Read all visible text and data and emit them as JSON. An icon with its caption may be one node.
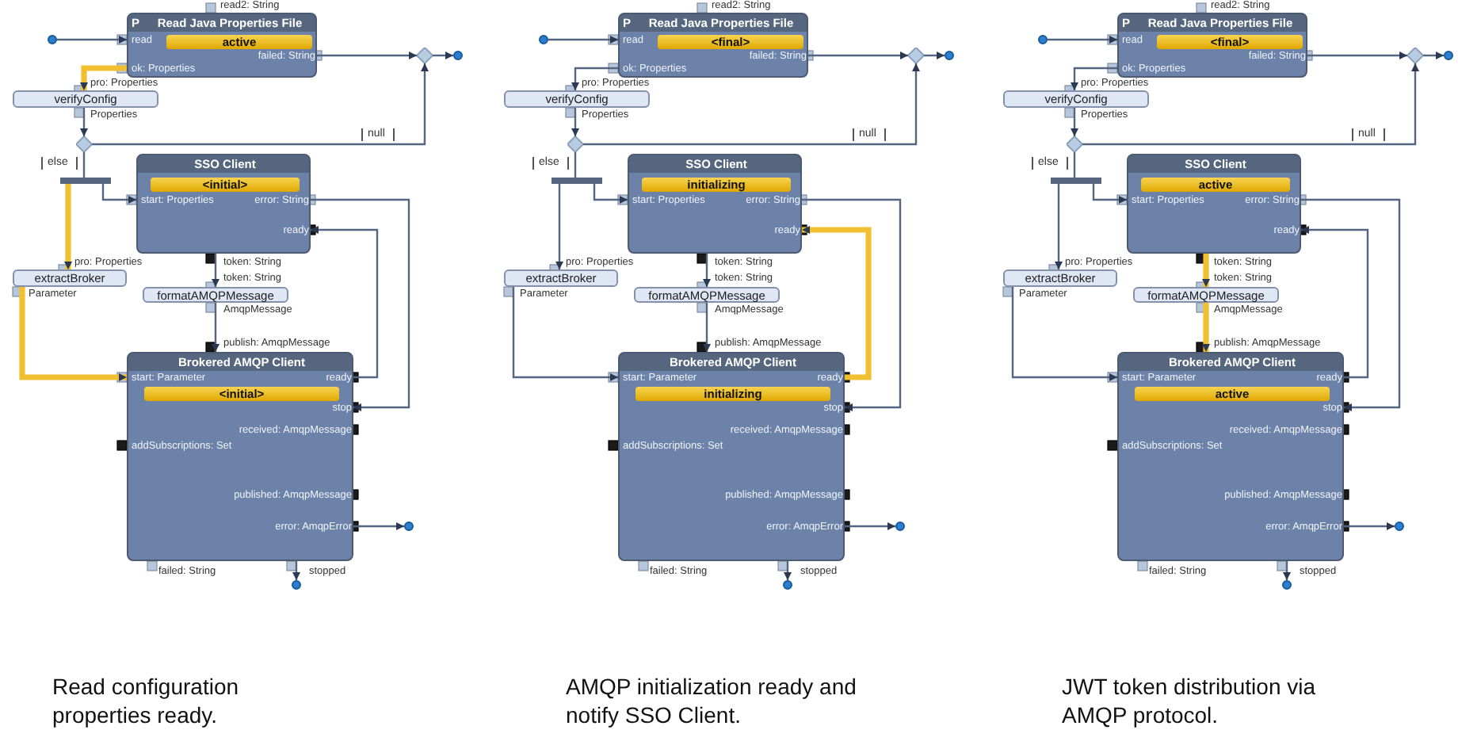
{
  "diagram": {
    "nodes": [
      {
        "text": [],
        "shape": "circle"
      },
      {
        "text": [
          "P",
          "Read Java Properties File",
          "active",
          "read",
          "failed: String",
          "ok: Properties"
        ],
        "beside": [
          "read2: String"
        ]
      },
      {
        "text": [],
        "shape": "diamond"
      },
      {
        "text": [],
        "shape": "circle"
      },
      {
        "text": [
          "verifyConfig"
        ],
        "beside": [
          "pro: Properties",
          "Properties"
        ]
      },
      {
        "text": [],
        "shape": "diamond"
      },
      {
        "text": [],
        "shape": "bar"
      },
      {
        "text": [
          "SSO Client",
          "<initial>",
          "start: Properties",
          "error: String",
          "ready"
        ],
        "beside": [
          "token: String"
        ]
      },
      {
        "text": [
          "extractBroker"
        ],
        "beside": [
          "pro: Properties",
          "Parameter"
        ]
      },
      {
        "text": [
          "formatAMQPMessage"
        ],
        "beside": [
          "token: String",
          "AmqpMessage"
        ]
      },
      {
        "text": [
          "Brokered AMQP Client",
          "<initial>",
          "start: Parameter",
          "ready",
          "stop",
          "received: AmqpMessage",
          "addSubscriptions: Set",
          "published: AmqpMessage",
          "error: AmqpError"
        ],
        "beside": [
          "publish: AmqpMessage",
          "failed: String",
          "stopped"
        ]
      },
      {
        "text": [],
        "shape": "circle"
      },
      {
        "text": [],
        "shape": "circle"
      },
      {
        "text": [],
        "shape": "circle"
      },
      {
        "text": [
          "P",
          "Read Java Properties File",
          "<final>",
          "read",
          "failed: String",
          "ok: Properties"
        ],
        "beside": [
          "read2: String"
        ]
      },
      {
        "text": [],
        "shape": "diamond"
      },
      {
        "text": [],
        "shape": "circle"
      },
      {
        "text": [
          "verifyConfig"
        ],
        "beside": [
          "pro: Properties",
          "Properties"
        ]
      },
      {
        "text": [],
        "shape": "diamond"
      },
      {
        "text": [],
        "shape": "bar"
      },
      {
        "text": [
          "SSO Client",
          "initializing",
          "start: Properties",
          "error: String",
          "ready"
        ],
        "beside": [
          "token: String"
        ]
      },
      {
        "text": [
          "extractBroker"
        ],
        "beside": [
          "pro: Properties",
          "Parameter"
        ]
      },
      {
        "text": [
          "formatAMQPMessage"
        ],
        "beside": [
          "token: String",
          "AmqpMessage"
        ]
      },
      {
        "text": [
          "Brokered AMQP Client",
          "initializing",
          "start: Parameter",
          "ready",
          "stop",
          "received: AmqpMessage",
          "addSubscriptions: Set",
          "published: AmqpMessage",
          "error: AmqpError"
        ],
        "beside": [
          "publish: AmqpMessage",
          "failed: String",
          "stopped"
        ]
      },
      {
        "text": [],
        "shape": "circle"
      },
      {
        "text": [],
        "shape": "circle"
      },
      {
        "text": [],
        "shape": "circle"
      },
      {
        "text": [
          "P",
          "Read Java Properties File",
          "<final>",
          "read",
          "failed: String",
          "ok: Properties"
        ],
        "beside": [
          "read2: String"
        ]
      },
      {
        "text": [],
        "shape": "diamond"
      },
      {
        "text": [],
        "shape": "circle"
      },
      {
        "text": [
          "verifyConfig"
        ],
        "beside": [
          "pro: Properties",
          "Properties"
        ]
      },
      {
        "text": [],
        "shape": "diamond"
      },
      {
        "text": [],
        "shape": "bar"
      },
      {
        "text": [
          "SSO Client",
          "active",
          "start: Properties",
          "error: String",
          "ready"
        ],
        "beside": [
          "token: String"
        ]
      },
      {
        "text": [
          "extractBroker"
        ],
        "beside": [
          "pro: Properties",
          "Parameter"
        ]
      },
      {
        "text": [
          "formatAMQPMessage"
        ],
        "beside": [
          "token: String",
          "AmqpMessage"
        ]
      },
      {
        "text": [
          "Brokered AMQP Client",
          "active",
          "start: Parameter",
          "ready",
          "stop",
          "received: AmqpMessage",
          "addSubscriptions: Set",
          "published: AmqpMessage",
          "error: AmqpError"
        ],
        "beside": [
          "publish: AmqpMessage",
          "failed: String",
          "stopped"
        ]
      },
      {
        "text": [],
        "shape": "circle"
      },
      {
        "text": [],
        "shape": "circle"
      }
    ],
    "edges": [
      {
        "from": 0,
        "to": 1,
        "arrow": "to"
      },
      {
        "from": 1,
        "to": 2,
        "arrow": "to"
      },
      {
        "from": 2,
        "to": 3,
        "arrow": "to"
      },
      {
        "from": 1,
        "to": 4,
        "arrow": "to",
        "style": "thick",
        "color": "#f0c030"
      },
      {
        "from": 4,
        "to": 5,
        "arrow": "to"
      },
      {
        "from": 5,
        "to": 2,
        "arrow": "to",
        "label": "null"
      },
      {
        "from": 5,
        "to": 6,
        "arrow": "none",
        "label": "else"
      },
      {
        "from": 6,
        "to": 7,
        "arrow": "to"
      },
      {
        "from": 6,
        "to": 8,
        "arrow": "to",
        "style": "thick",
        "color": "#f0c030"
      },
      {
        "from": 7,
        "to": 10,
        "arrow": "to"
      },
      {
        "from": 10,
        "to": 7,
        "arrow": "to"
      },
      {
        "from": 7,
        "to": 9,
        "arrow": "to"
      },
      {
        "from": 9,
        "to": 10,
        "arrow": "to"
      },
      {
        "from": 8,
        "to": 10,
        "arrow": "to",
        "style": "thick",
        "color": "#f0c030"
      },
      {
        "from": 10,
        "to": 11,
        "arrow": "to"
      },
      {
        "from": 10,
        "to": 12,
        "arrow": "to"
      },
      {
        "from": 13,
        "to": 14,
        "arrow": "to"
      },
      {
        "from": 14,
        "to": 15,
        "arrow": "to"
      },
      {
        "from": 15,
        "to": 16,
        "arrow": "to"
      },
      {
        "from": 14,
        "to": 17,
        "arrow": "to"
      },
      {
        "from": 17,
        "to": 18,
        "arrow": "to"
      },
      {
        "from": 18,
        "to": 15,
        "arrow": "to",
        "label": "null"
      },
      {
        "from": 18,
        "to": 19,
        "arrow": "none",
        "label": "else"
      },
      {
        "from": 19,
        "to": 20,
        "arrow": "to"
      },
      {
        "from": 19,
        "to": 21,
        "arrow": "to"
      },
      {
        "from": 20,
        "to": 23,
        "arrow": "to"
      },
      {
        "from": 23,
        "to": 20,
        "arrow": "to",
        "style": "thick",
        "color": "#f0c030"
      },
      {
        "from": 20,
        "to": 22,
        "arrow": "to"
      },
      {
        "from": 22,
        "to": 23,
        "arrow": "to"
      },
      {
        "from": 21,
        "to": 23,
        "arrow": "to"
      },
      {
        "from": 23,
        "to": 24,
        "arrow": "to"
      },
      {
        "from": 23,
        "to": 25,
        "arrow": "to"
      },
      {
        "from": 26,
        "to": 27,
        "arrow": "to"
      },
      {
        "from": 27,
        "to": 28,
        "arrow": "to"
      },
      {
        "from": 28,
        "to": 29,
        "arrow": "to"
      },
      {
        "from": 27,
        "to": 30,
        "arrow": "to"
      },
      {
        "from": 30,
        "to": 31,
        "arrow": "to"
      },
      {
        "from": 31,
        "to": 28,
        "arrow": "to",
        "label": "null"
      },
      {
        "from": 31,
        "to": 32,
        "arrow": "none",
        "label": "else"
      },
      {
        "from": 32,
        "to": 33,
        "arrow": "to"
      },
      {
        "from": 32,
        "to": 34,
        "arrow": "to"
      },
      {
        "from": 33,
        "to": 36,
        "arrow": "to"
      },
      {
        "from": 36,
        "to": 33,
        "arrow": "to"
      },
      {
        "from": 33,
        "to": 35,
        "arrow": "to",
        "style": "thick",
        "color": "#f0c030"
      },
      {
        "from": 35,
        "to": 36,
        "arrow": "to",
        "style": "thick",
        "color": "#f0c030"
      },
      {
        "from": 34,
        "to": 36,
        "arrow": "to"
      },
      {
        "from": 36,
        "to": 37,
        "arrow": "to"
      },
      {
        "from": 36,
        "to": 38,
        "arrow": "to"
      }
    ],
    "labels": [
      "Read configuration properties ready.",
      "AMQP initialization ready and notify SSO Client.",
      "JWT token distribution via AMQP protocol."
    ]
  }
}
